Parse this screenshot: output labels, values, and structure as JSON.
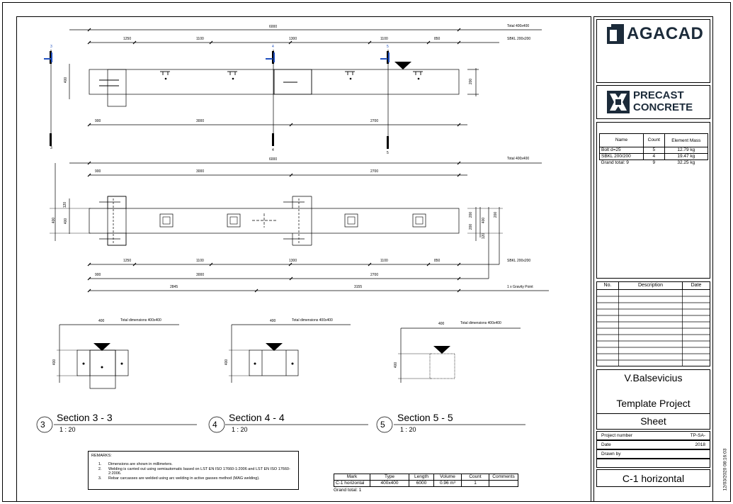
{
  "titleblock": {
    "company": "AGACAD",
    "product_line1": "PRECAST",
    "product_line2": "CONCRETE",
    "author": "V.Balsevicius",
    "project": "Template Project",
    "sheet_label": "Sheet",
    "project_number_label": "Project number",
    "project_number": "TP-SA-",
    "date_label": "Date",
    "date": "2018",
    "drawn_by_label": "Drawn by",
    "drawn_by": "",
    "sheet_name": "C-1 horizontal",
    "timestamp": "12/03/2020 08:16:03"
  },
  "mass_schedule": {
    "headers": [
      "Name",
      "Count",
      "Element Mass"
    ],
    "rows": [
      [
        "Bolt d=25",
        "5",
        "12.79 kg"
      ],
      [
        "SBKL 200/200",
        "4",
        "19.47 kg"
      ],
      [
        "Grand total: 9",
        "9",
        "32.25 kg"
      ]
    ]
  },
  "revisions": {
    "headers": [
      "No.",
      "Description",
      "Date"
    ],
    "empty_rows": 12
  },
  "element_schedule": {
    "headers": [
      "Mark",
      "Type",
      "Length",
      "Volume",
      "Count",
      "Comments"
    ],
    "rows": [
      [
        "C-1 horizontal",
        "400x400",
        "6000",
        "0.96 m³",
        "1",
        ""
      ]
    ],
    "grand_total": "Grand total: 1"
  },
  "remarks": {
    "title": "REMARKS:",
    "items": [
      "Dimensions are shown in millimeters.",
      "Welding is carried out using semiautomatic based on LST EN ISO 17660-1:2006 and LST EN ISO 17660-2:2006.",
      "Rebar carcasses are welded using arc welding in active gasses method (MAG welding)."
    ]
  },
  "sections": [
    {
      "number": "3",
      "title": "Section 3 -  3",
      "scale": "1 : 20",
      "dim": "400",
      "note": "Total dimensions 400x400",
      "height": "400"
    },
    {
      "number": "4",
      "title": "Section 4 -  4",
      "scale": "1 : 20",
      "dim": "400",
      "note": "Total dimensions 400x400",
      "height": "400"
    },
    {
      "number": "5",
      "title": "Section 5 -  5",
      "scale": "1 : 20",
      "dim": "400",
      "note": "Total dimensions 400x400",
      "height": "400"
    }
  ],
  "top_view": {
    "total": "6000",
    "total_note": "Total 400x400",
    "sbkl_note": "SBKL 200x200",
    "top_dims": [
      "1250",
      "1100",
      "1300",
      "1100",
      "850"
    ],
    "bottom_dims": [
      "900",
      "3000",
      "2700"
    ],
    "height_left": "400",
    "height_right": "200",
    "section_marks": [
      "3",
      "4",
      "5"
    ]
  },
  "front_view": {
    "total": "6000",
    "total_note": "Total 400x400",
    "top_dims": [
      "900",
      "3000",
      "2700"
    ],
    "bottom_dims1": [
      "1250",
      "1100",
      "1300",
      "1100",
      "850"
    ],
    "sbkl_note": "SBKL 200x200",
    "bottom_dims2": [
      "900",
      "3000",
      "2700"
    ],
    "gravity_dims": [
      "2845",
      "3155"
    ],
    "gravity_note": "1 x Gravity Point",
    "left_dims": [
      "400",
      "120",
      "400"
    ],
    "right_dims": [
      "200",
      "200",
      "400",
      "120",
      "200"
    ]
  }
}
